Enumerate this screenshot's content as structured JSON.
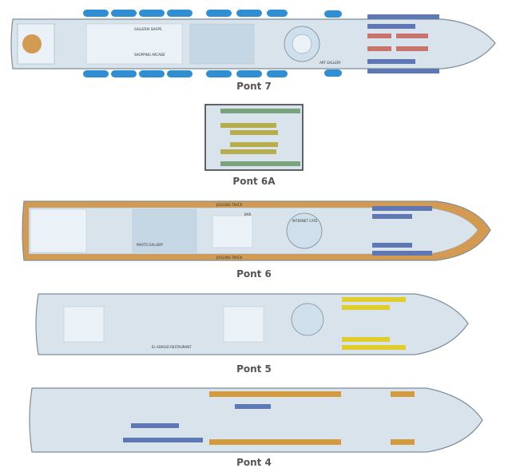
{
  "decks": [
    {
      "id": "deck7",
      "label": "Pont 7",
      "annotations": [
        "GALLERIA SHOPS",
        "SHOPPING ARCADE",
        "ART GALLERY"
      ]
    },
    {
      "id": "deck6a",
      "label": "Pont 6A",
      "annotations": []
    },
    {
      "id": "deck6",
      "label": "Pont 6",
      "annotations": [
        "JOGGING TRACK",
        "JOGGING TRACK",
        "PHOTO GALLERY",
        "INTERNET CAFE",
        "BAR"
      ]
    },
    {
      "id": "deck5",
      "label": "Pont 5",
      "annotations": [
        "EL ADAGIO RESTAURANT"
      ]
    },
    {
      "id": "deck4",
      "label": "Pont 4",
      "annotations": []
    }
  ],
  "colors": {
    "hull_fill": "#d8e3ec",
    "hull_stroke": "#7d8d9b",
    "deck_wood": "#d39a52",
    "cabin_blue": "#5f77b3",
    "cabin_red": "#c8736b",
    "cabin_green": "#7aa27c",
    "cabin_olive": "#b7ad4d",
    "cabin_yellow": "#e0cc2a",
    "cabin_orange": "#d39a3e",
    "lifeboat": "#2f8fd2",
    "venue_light": "#eaf2f8"
  }
}
